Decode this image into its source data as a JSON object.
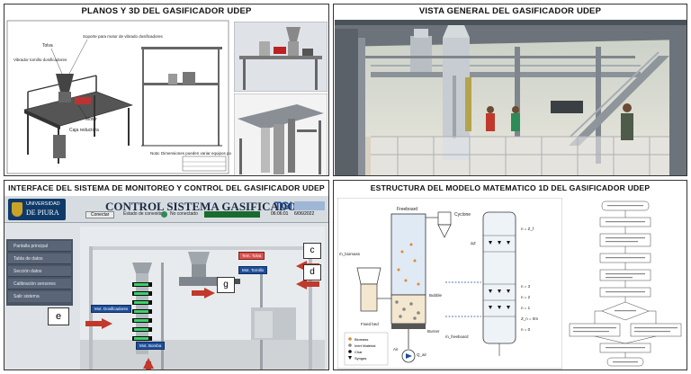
{
  "panels": {
    "p1": {
      "title": "PLANOS Y 3D DEL GASIFICADOR UDEP"
    },
    "p2": {
      "title": "VISTA GENERAL DEL GASIFICADOR UDEP"
    },
    "p3": {
      "title": "INTERFACE DEL SISTEMA DE MONITOREO Y CONTROL DEL GASIFICADOR UDEP"
    },
    "p4": {
      "title": "ESTRUCTURA DEL MODELO MATEMATICO 1D DEL GASIFICADOR UDEP"
    }
  },
  "p1": {
    "labels": [
      "Tolva",
      "Soporte para motor de vibrado dosificadores",
      "Vibrador tornillo dosificadores",
      "Motor",
      "Caja reductora"
    ],
    "note": "Nota: Dimensiones pueden variar equipos por adquirir"
  },
  "p3": {
    "logo_line1": "UNIVERSIDAD",
    "logo_line2": "DE PIURA",
    "header": "CONTROL SISTEMA GASIFICADOR",
    "tgi": "TGI",
    "status": [
      "Conectar",
      "Estado de conexión",
      "No conectado",
      "06:06:01",
      "6/06/2022"
    ],
    "menu": [
      "Pantalla principal",
      "Tabla de datos",
      "Sección datos",
      "Calibración sensores",
      "Salir sistema"
    ],
    "tags": {
      "top1": "Tem. Tolva",
      "top2": "Mot. Tornillo",
      "left": "Mot. Dosificadores",
      "bottom": "Mot. Bomba"
    },
    "callouts": [
      "c",
      "d",
      "g",
      "e"
    ]
  },
  "p4": {
    "labels": {
      "freeboard": "Freeboard",
      "cyclone": "Cyclone",
      "fixed_bed": "Fixed bed",
      "bubble": "Bubble",
      "burner": "Burner",
      "air": "Air",
      "biomass": "Biomass",
      "inert": "Inert Material",
      "char": "Char",
      "syngas": "Syngas",
      "n_zf": "n = Z_f",
      "n3": "n = 3",
      "n2": "n = 2",
      "n1": "n = 1",
      "n0": "n = 0",
      "zbm": "Z_n = 0m",
      "dz": "ΔZ",
      "qbiomass": "ṁ_biomass",
      "qfreeboard": "ṁ_freeboard",
      "qair": "Q_air"
    }
  },
  "colors": {
    "header_bg": "#4a5566",
    "red_arrow": "#c0392b",
    "tag_red": "#d9534f",
    "tag_blue": "#1f4e9a",
    "tag_green": "#2e8b57"
  }
}
